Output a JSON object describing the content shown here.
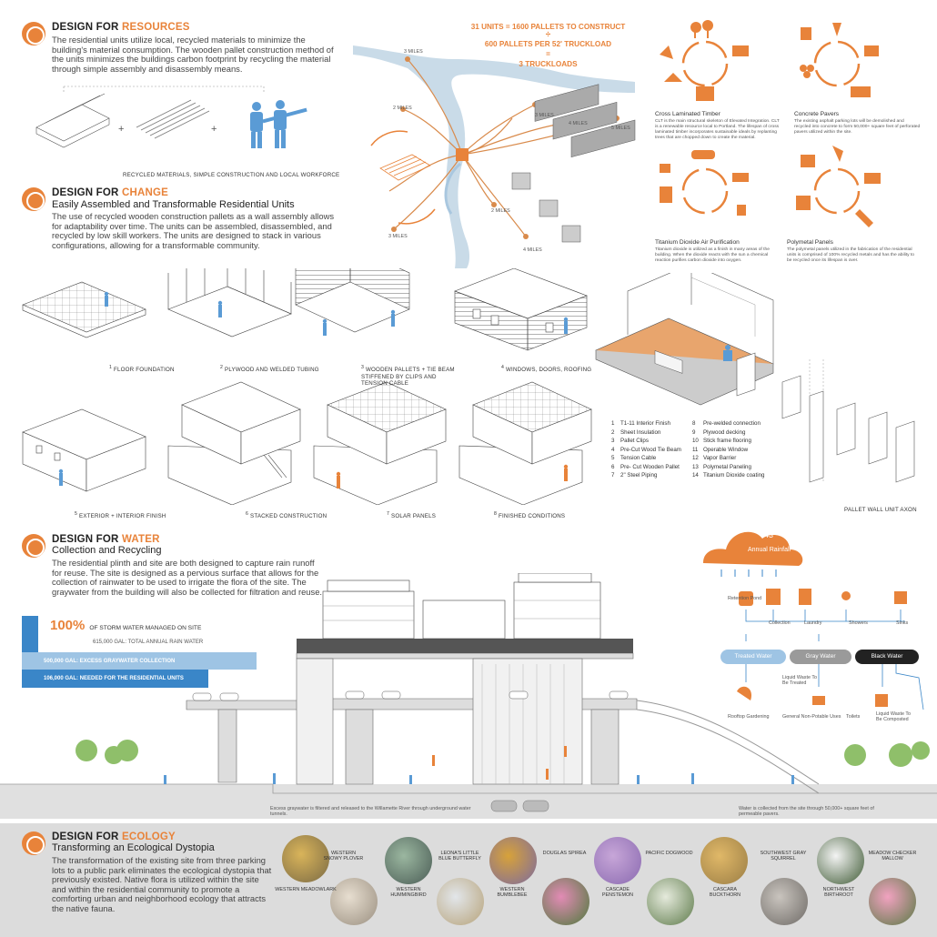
{
  "resources": {
    "title_prefix": "DESIGN FOR ",
    "title_highlight": "RESOURCES",
    "body": "The residential units utilize local, recycled materials to minimize the building's material consumption. The wooden pallet construction method of the units minimizes the buildings carbon footprint by recycling the material through simple assembly and disassembly means.",
    "caption": "RECYCLED MATERIALS, SIMPLE CONSTRUCTION AND LOCAL WORKFORCE"
  },
  "map": {
    "eq_line1": "31 UNITS = 1600 PALLETS TO CONSTRUCT",
    "eq_div": "÷",
    "eq_line2": "600 PALLETS PER 52' TRUCKLOAD",
    "eq_line3": "=",
    "eq_line4": "3 TRUCKLOADS",
    "distances": [
      "3 MILES",
      "2 MILES",
      "3 MILES",
      "4 MILES",
      "5 MILES",
      "2 MILES",
      "3 MILES",
      "4 MILES"
    ]
  },
  "materials": [
    {
      "name": "Cross Laminated Timber",
      "desc": "CLT is the main structural skeleton of Elevated Integration. CLT is a renewable resource local to Portland. The lifespan of cross laminated timber incorporates sustainable ideals by replanting trees that are chopped down to create the material."
    },
    {
      "name": "Concrete Pavers",
      "desc": "The existing asphalt parking lots will be demolished and recycled into concrete to form 50,000+ square feet of perforated pavers utilized within the site."
    },
    {
      "name": "Titanium Dioxide Air Purification",
      "desc": "Titanium dioxide is utilized as a finish in many areas of the building. When the dioxide reacts with the sun a chemical reaction purifies carbon dioxide into oxygen."
    },
    {
      "name": "Polymetal Panels",
      "desc": "The polymetal panels utilized in the fabrication of the residential units is comprised of 100% recycled metals and has the ability to be recycled once its lifespan is over."
    }
  ],
  "change": {
    "title_prefix": "DESIGN FOR ",
    "title_highlight": "CHANGE",
    "subtitle": "Easily Assembled and Transformable Residential Units",
    "body": "The use of recycled wooden construction pallets as a wall assembly allows for adaptability over time. The units can be assembled, disassembled, and recycled by low skill workers. The units are designed to stack in various configurations, allowing for a transformable community."
  },
  "steps": [
    {
      "num": "1",
      "label": "FLOOR FOUNDATION"
    },
    {
      "num": "2",
      "label": "PLYWOOD AND WELDED TUBING"
    },
    {
      "num": "3",
      "label": "WOODEN PALLETS + TIE BEAM STIFFENED BY CLIPS AND TENSION CABLE"
    },
    {
      "num": "4",
      "label": "WINDOWS, DOORS, ROOFING"
    },
    {
      "num": "5",
      "label": "EXTERIOR + INTERIOR FINISH"
    },
    {
      "num": "6",
      "label": "STACKED CONSTRUCTION"
    },
    {
      "num": "7",
      "label": "SOLAR PANELS"
    },
    {
      "num": "8",
      "label": "FINISHED CONDITIONS"
    }
  ],
  "legend": [
    {
      "num": "1",
      "label": "T1-11 Interior Finish"
    },
    {
      "num": "2",
      "label": "Sheet Insulation"
    },
    {
      "num": "3",
      "label": "Pallet Clips"
    },
    {
      "num": "4",
      "label": "Pre-Cut Wood Tie Beam"
    },
    {
      "num": "5",
      "label": "Tension Cable"
    },
    {
      "num": "6",
      "label": "Pre- Cut Wooden Pallet"
    },
    {
      "num": "7",
      "label": "2\" Steel Piping"
    },
    {
      "num": "8",
      "label": "Pre-welded connection"
    },
    {
      "num": "9",
      "label": "Plywood decking"
    },
    {
      "num": "10",
      "label": "Stick frame flooring"
    },
    {
      "num": "11",
      "label": "Operable Window"
    },
    {
      "num": "12",
      "label": "Vapor Barrier"
    },
    {
      "num": "13",
      "label": "Polymetal Paneling"
    },
    {
      "num": "14",
      "label": "Titanium Dioxide coating"
    }
  ],
  "axon_caption": "PALLET WALL UNIT AXON",
  "water": {
    "title_prefix": "DESIGN FOR ",
    "title_highlight": "WATER",
    "subtitle": "Collection and Recycling",
    "body": "The residential plinth and site are both designed to capture rain runoff for reuse. The site is designed as a pervious surface that allows for the collection of rainwater to be used to irrigate the flora of the site. The graywater from the building will also be collected for filtration and reuse.",
    "stat_big": "100%",
    "stat_text": "OF STORM WATER MANAGED ON SITE",
    "bar1": "615,000 GAL: TOTAL ANNUAL RAIN WATER",
    "bar2": "500,000 GAL: EXCESS GRAYWATER COLLECTION",
    "bar3": "106,000 GAL: NEEDED FOR THE RESIDENTIAL UNITS",
    "rain_amount": "43\"",
    "rain_label": "Annual Rainfall",
    "sources": [
      "Retention Pond",
      "Collection",
      "Laundry",
      "Showers",
      "Sinks"
    ],
    "tanks": [
      "Treated Water",
      "Gray Water",
      "Black Water"
    ],
    "outputs": [
      "Rooftop Gardening",
      "General Non-Potable Uses",
      "Toilets",
      "Liquid Waste To Be Treated",
      "Liquid Waste To Be Composted"
    ],
    "note_left": "Excess graywater is filtered and released to the Willamette River through underground water tunnels.",
    "note_right": "Water is collected from the site through 50,000+ square feet of permeable pavers."
  },
  "ecology": {
    "title_prefix": "DESIGN FOR ",
    "title_highlight": "ECOLOGY",
    "subtitle": "Transforming an Ecological Dystopia",
    "body": "The transformation of the existing site from three parking lots to a public park eliminates the ecological dystopia that previously existed. Native flora is utilized within the site and within the residential community to promote a comforting urban and neighborhood ecology that attracts the native fauna.",
    "species": [
      "WESTERN MEADOWLARK",
      "WESTERN SNOWY PLOVER",
      "WESTERN HUMMINGBIRD",
      "LEONA'S LITTLE BLUE BUTTERFLY",
      "WESTERN BUMBLEBEE",
      "DOUGLAS SPIREA",
      "CASCADE PENSTEMON",
      "PACIFIC DOGWOOD",
      "CASCARA BUCKTHORN",
      "SOUTHWEST GRAY SQUIRREL",
      "NORTHWEST BIRTHROOT",
      "MEADOW CHECKER MALLOW"
    ]
  },
  "colors": {
    "accent": "#e8833a",
    "water": "#3a86c8",
    "river": "#a9c7df"
  }
}
